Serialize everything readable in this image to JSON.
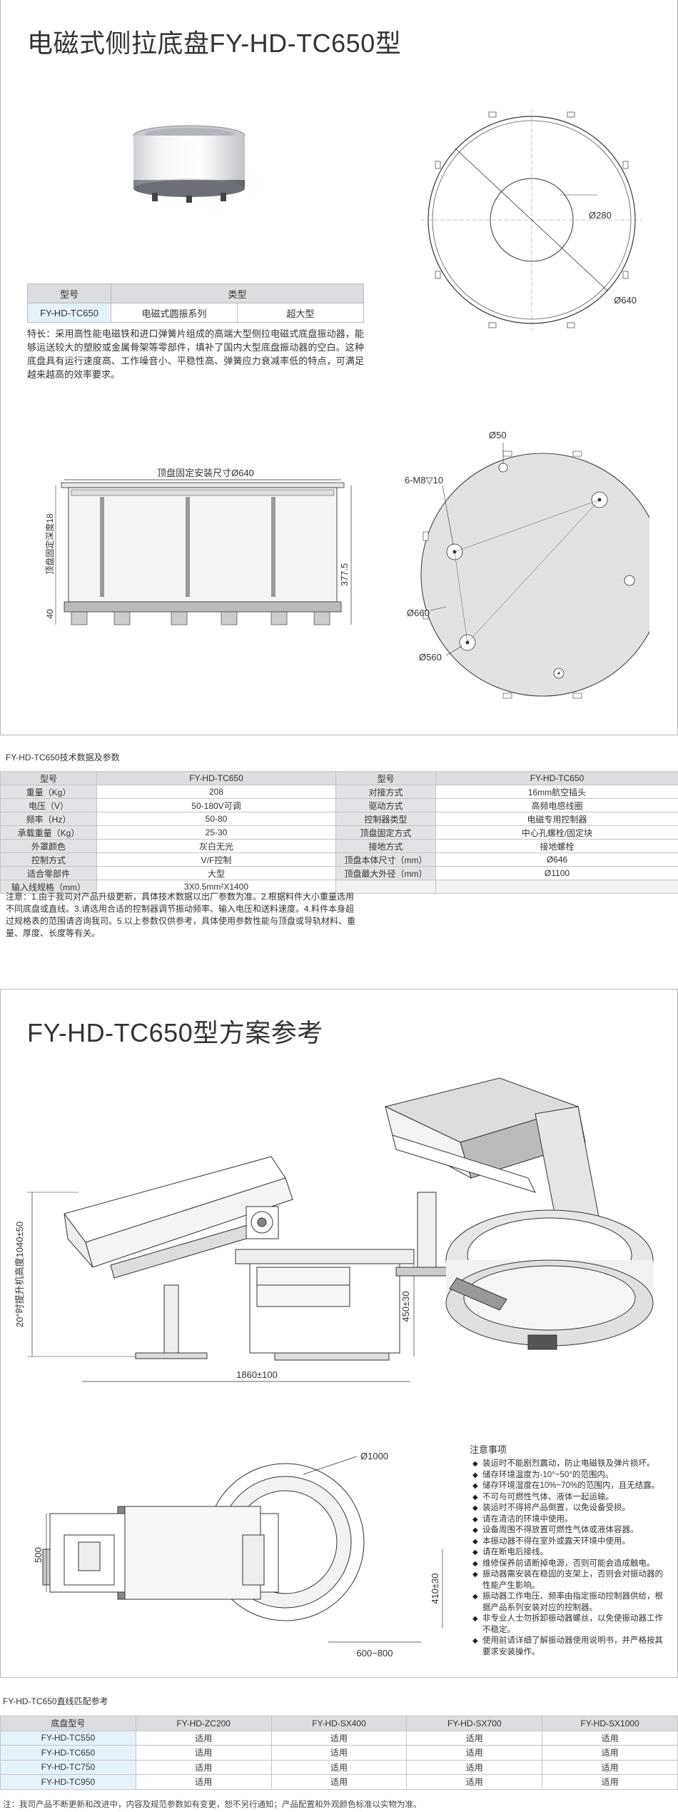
{
  "section1": {
    "title": "电磁式侧拉底盘FY-HD-TC650型",
    "type_table": {
      "headers": [
        "型号",
        "类型"
      ],
      "row": [
        "FY-HD-TC650",
        "电磁式圆振系列",
        "超大型"
      ]
    },
    "features": "特长：采用高性能电磁铁和进口弹簧片组成的高端大型侧拉电磁式底盘振动器，能够运送较大的塑胶或金属骨架等零部件，填补了国内大型底盘振动器的空白。这种底盘具有运行速度高、工作噪音小、平稳性高、弹簧应力衰减率低的特点，可满足越来越高的效率要求。",
    "top_view": {
      "inner_dia": "Ø280",
      "outer_dia": "Ø640"
    },
    "side_view": {
      "top_size": "顶盘固定安装尺寸Ø640",
      "height": "377.5",
      "vert_label": "顶盘固定深度18",
      "base": "40"
    },
    "bottom_view": {
      "hole": "Ø50",
      "screws": "6-M8▽10",
      "d660": "Ø660",
      "d560": "Ø560"
    }
  },
  "spec": {
    "caption": "FY-HD-TC650技术数据及参数",
    "header": [
      "型号",
      "FY-HD-TC650",
      "型号",
      "FY-HD-TC650"
    ],
    "rows": [
      [
        "重量（Kg）",
        "208",
        "对接方式",
        "16mm航空插头"
      ],
      [
        "电压（V）",
        "50-180V可调",
        "驱动方式",
        "高频电感线圈"
      ],
      [
        "频率（Hz）",
        "50-80",
        "控制器类型",
        "电磁专用控制器"
      ],
      [
        "承载重量（Kg）",
        "25-30",
        "顶盘固定方式",
        "中心孔螺栓/固定块"
      ],
      [
        "外罩颜色",
        "灰白无光",
        "接地方式",
        "接地螺栓"
      ],
      [
        "控制方式",
        "V/F控制",
        "顶盘本体尺寸（mm）",
        "Ø646"
      ],
      [
        "适合零部件",
        "大型",
        "顶盘最大外径（mm）",
        "Ø1100"
      ],
      [
        "输入线规格（mm）",
        "3X0.5mm²X1400",
        "",
        ""
      ]
    ],
    "notes": "注意：1.由于我司对产品升级更新，具体技术数据以出厂参数为准。2.根据料件大小重量选用不同底盘或直线。3.请选用合适的控制器调节振动频率、输入电压和送料速度。4.料件本身超过规格表的范围请咨询我司。5.以上参数仅供参考，具体使用参数性能与顶盘或导轨材料、重量、厚度、长度等有关。"
  },
  "section2": {
    "title": "FY-HD-TC650型方案参考",
    "dims": {
      "height_label": "20°时提升机高度1040±50",
      "d450": "450±30",
      "d1860": "1860±100",
      "d1000": "Ø1000",
      "d500": "500",
      "d410": "410±30",
      "d600": "600~800"
    },
    "notes_title": "注意事项",
    "notes": [
      "装运时不能剧烈震动，防止电磁铁及弹片损坏。",
      "储存环境温度为-10°~50°的范围内。",
      "储存环境湿度在10%~70%的范围内，且无结露。",
      "不可与可燃性气体、液体一起运输。",
      "装运时不得将产品倒置，以免设备受损。",
      "请在清洁的环境中使用。",
      "设备周围不得放置可燃性气体或液体容器。",
      "本振动器不得在室外或露天环境中使用。",
      "请在断电后接线。",
      "维修保养前请断掉电源，否则可能会造成触电。",
      "振动器需安装在稳固的支架上，否则会对振动器的性能产生影响。",
      "振动器工作电压、频率由指定振动控制器供给，根据产品系列安装对应的控制器。",
      "非专业人士勿拆卸振动器螺丝，以免使振动器工作不稳定。",
      "使用前请详细了解振动器使用说明书，并严格按其要求安装操作。"
    ]
  },
  "match": {
    "caption": "FY-HD-TC650直线匹配参考",
    "header": [
      "底盘型号",
      "FY-HD-ZC200",
      "FY-HD-SX400",
      "FY-HD-SX700",
      "FY-HD-SX1000"
    ],
    "rows": [
      [
        "FY-HD-TC550",
        "适用",
        "适用",
        "适用",
        "适用"
      ],
      [
        "FY-HD-TC650",
        "适用",
        "适用",
        "适用",
        "适用"
      ],
      [
        "FY-HD-TC750",
        "适用",
        "适用",
        "适用",
        "适用"
      ],
      [
        "FY-HD-TC950",
        "适用",
        "适用",
        "适用",
        "适用"
      ]
    ],
    "footer": "注：我司产品不断更新和改进中，内容及规范参数如有变更，恕不另行通知；产品配置和外观颜色标准以实物为准。"
  }
}
